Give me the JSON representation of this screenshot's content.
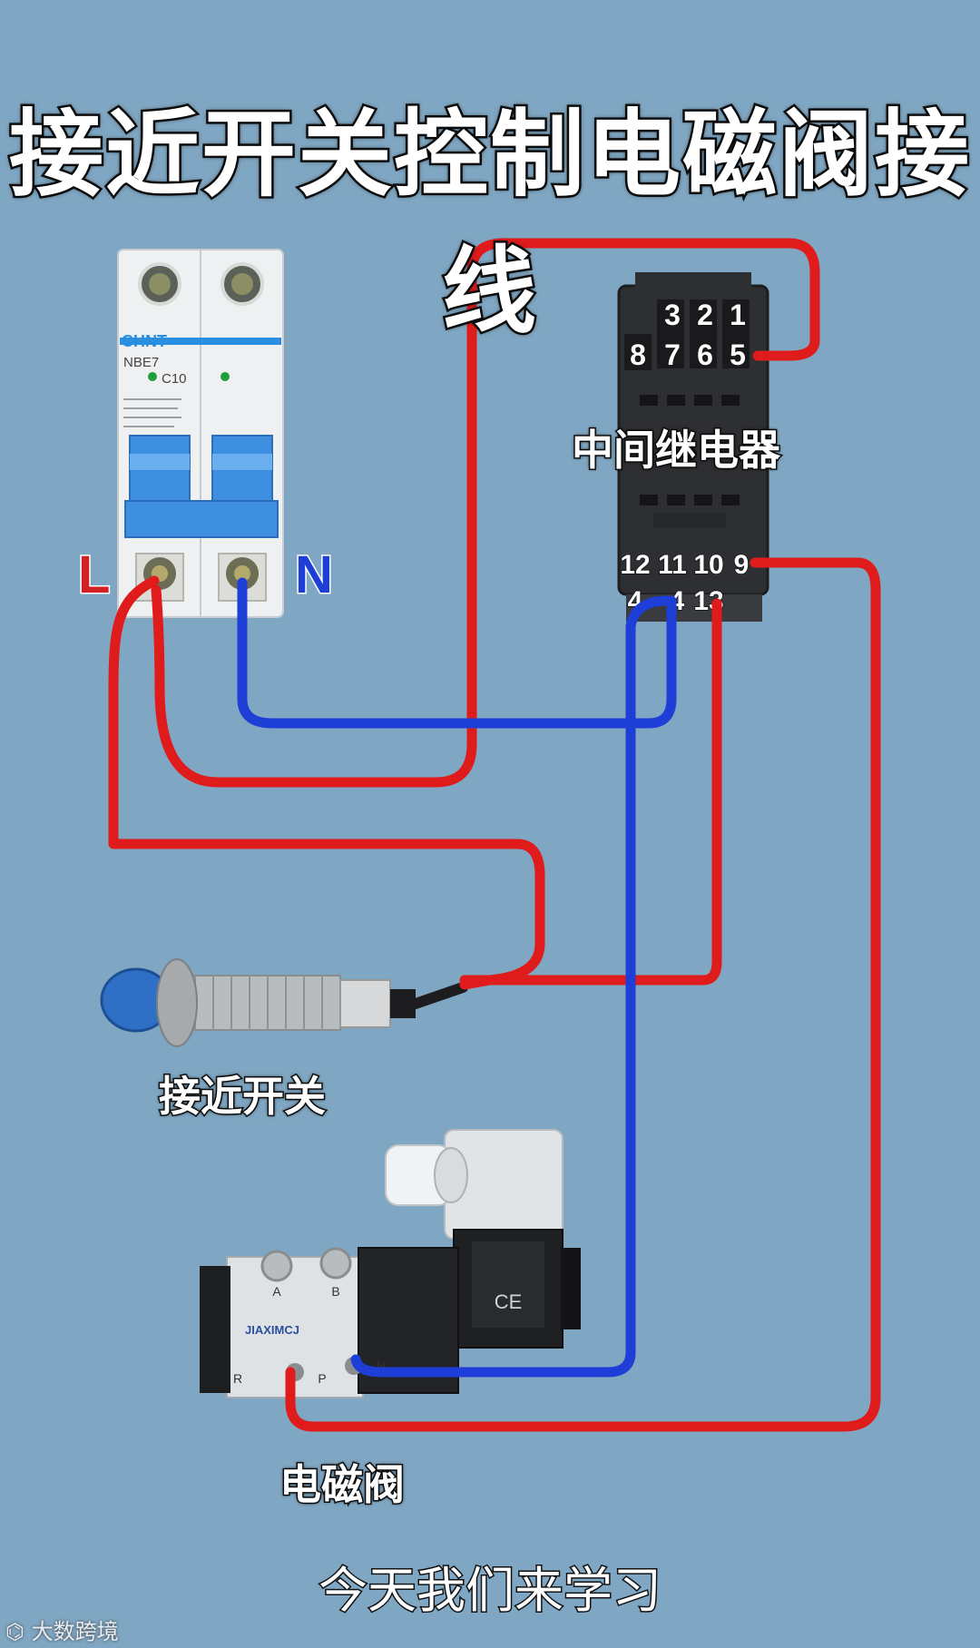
{
  "title": "接近开关控制电磁阀接线",
  "labels": {
    "relay": "中间继电器",
    "sensor": "接近开关",
    "valve": "电磁阀",
    "L": "L",
    "N": "N"
  },
  "subtitle": "今天我们来学习",
  "watermark": "大数跨境",
  "breaker": {
    "brand": "CHNT",
    "model": "NBE7",
    "rating": "C10"
  },
  "relay_terminals": {
    "top_row_1": [
      "3",
      "2",
      "1"
    ],
    "top_row_2": [
      "8",
      "7",
      "6",
      "5"
    ],
    "bottom_row_1": [
      "12",
      "11",
      "10",
      "9"
    ],
    "bottom_row_2": [
      "4",
      "4",
      "13"
    ]
  },
  "valve": {
    "brand": "JIAXIMCJ",
    "port_a": "A",
    "port_b": "B",
    "port_r": "R",
    "port_p": "P",
    "port_n": "N"
  },
  "colors": {
    "background": "#7fa6c2",
    "live_wire": "#e01b1b",
    "neutral_wire": "#1d3fd8",
    "label_L": "#d42020",
    "label_N": "#1d3fd8"
  }
}
